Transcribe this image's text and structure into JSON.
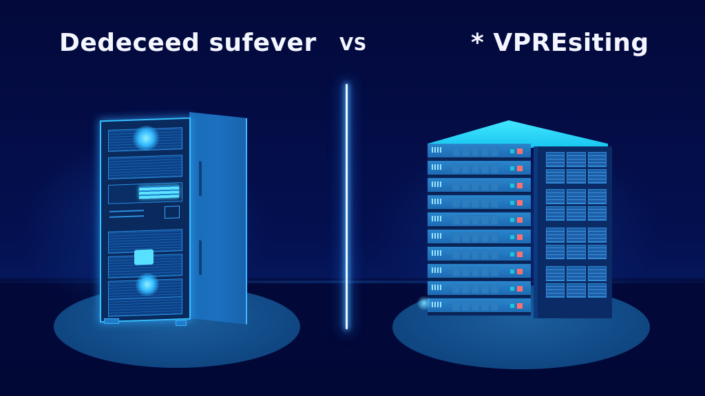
{
  "scene": {
    "description": "Illustration comparing two server types with a glowing divider",
    "background_color": "#030a3c",
    "accent_glow": "#37c0ff"
  },
  "titles": {
    "left": "Dedeceed sufever",
    "vs": "VS",
    "right": "* VPREsiting"
  },
  "left_server": {
    "type": "tower-rack",
    "panel_count": 7,
    "color": "#1a6cb8"
  },
  "right_server": {
    "type": "stacked-rack",
    "unit_count": 10,
    "status_led_color": "#ff6f6f",
    "top_color": "#43e6ff"
  }
}
